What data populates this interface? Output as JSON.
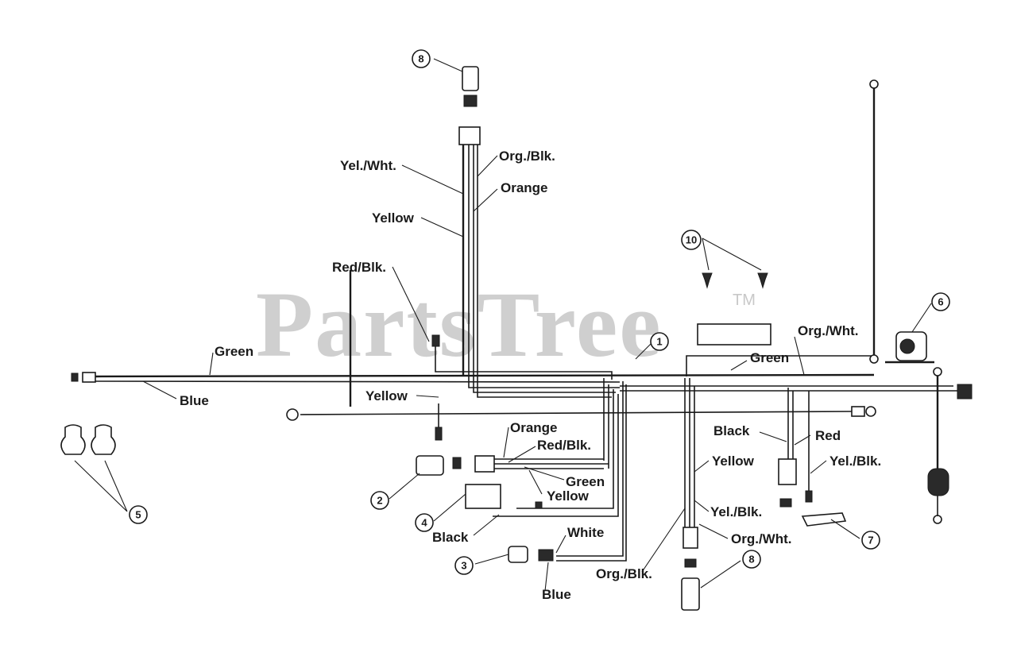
{
  "watermark": {
    "brand": "PartsTree",
    "tm": "TM"
  },
  "wire_labels": {
    "yel_wht": "Yel./Wht.",
    "org_blk_top": "Org./Blk.",
    "orange_top": "Orange",
    "yellow_top": "Yellow",
    "red_blk_left": "Red/Blk.",
    "green_left": "Green",
    "blue_left": "Blue",
    "yellow_mid": "Yellow",
    "orange_mid": "Orange",
    "red_blk_mid": "Red/Blk.",
    "green_mid": "Green",
    "yellow_mid2": "Yellow",
    "black_mid": "Black",
    "white": "White",
    "blue_bottom": "Blue",
    "org_blk_bottom": "Org./Blk.",
    "org_wht_right": "Org./Wht.",
    "green_right": "Green",
    "black_right": "Black",
    "red_right": "Red",
    "yellow_right": "Yellow",
    "yel_blk_right": "Yel./Blk.",
    "yel_blk_center": "Yel./Blk.",
    "org_wht_bottom": "Org./Wht."
  },
  "callouts": {
    "c1": "1",
    "c2": "2",
    "c3": "3",
    "c4": "4",
    "c5": "5",
    "c6": "6",
    "c7": "7",
    "c8_top": "8",
    "c8_bottom": "8",
    "c10": "10"
  }
}
